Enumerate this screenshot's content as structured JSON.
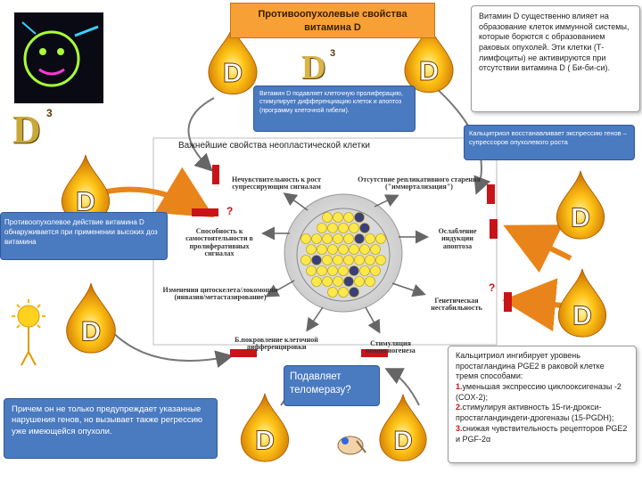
{
  "title_box": {
    "text": "Противоопухолевые свойства витамина D"
  },
  "top_small_box": {
    "text": "Витамин D подавляет клеточную пролиферацию, стимулирует дифференциацию клеток и апоптоз (программу клеточной гибели)."
  },
  "top_right_box": {
    "text": "Витамин D существенно влияет на образование клеток иммунной системы, которые борются с образованием раковых опухолей. Эти клетки (Т-лимфоциты) не активируются при отсутствии витамина D ( Би-би-си)."
  },
  "calcitriol_box": {
    "text": "Кальцитриол восстанавливает экспрессию генов – супрессоров опухолевого роста"
  },
  "left_box": {
    "text": "Противоопухолевое действие витамина D обнаруживается при применении высоких доз витамина"
  },
  "bottom_left_box": {
    "text": "Причем он не только предупреждает указанные нарушения генов, но вызывает также регрессию уже имеющейся опухоли."
  },
  "telomerase_box": {
    "text": "Подавляет теломеразу?"
  },
  "pge_box": {
    "intro": "Кальцитриол ингибирует уровень простагландина PGE2 в раковой клетке тремя способами:",
    "items": [
      {
        "num": "1.",
        "text": "уменьшая экспрессию циклооксигеназы -2 (COX-2);"
      },
      {
        "num": "2.",
        "text": "стимулируя активность 15-ги-дрокси-простагландиндеги-дрогеназы (15-PGDH);"
      },
      {
        "num": "3.",
        "text": "снижая чувствительность рецепторов PGE2 и PGF-2α"
      }
    ]
  },
  "diagram": {
    "heading": "Важнейшие свойства неопластической клетки",
    "labels": [
      "Нечувствительность к рост супрессирующим сигналам",
      "Отсутствие репликативного старения (\"иммортализация\")",
      "Способность к самостоятельности в пролиферативных сигналах",
      "Ослабление индукции апоптоза",
      "Изменения цитоскелета/локомоции (инвазия/метастазирование)",
      "Генетическая нестабильность",
      "Б.покровление клеточной дифференцировки",
      "Стимуляция неоангиогенеза"
    ],
    "question_marks": [
      "?",
      "?"
    ]
  },
  "drop_letter": "D",
  "d3_label": {
    "letter": "D",
    "sup": "3"
  },
  "colors": {
    "accent_orange": "#f7a035",
    "box_blue": "#4a7ac0",
    "marker_red": "#c81418",
    "arrow_gray": "#666666"
  }
}
